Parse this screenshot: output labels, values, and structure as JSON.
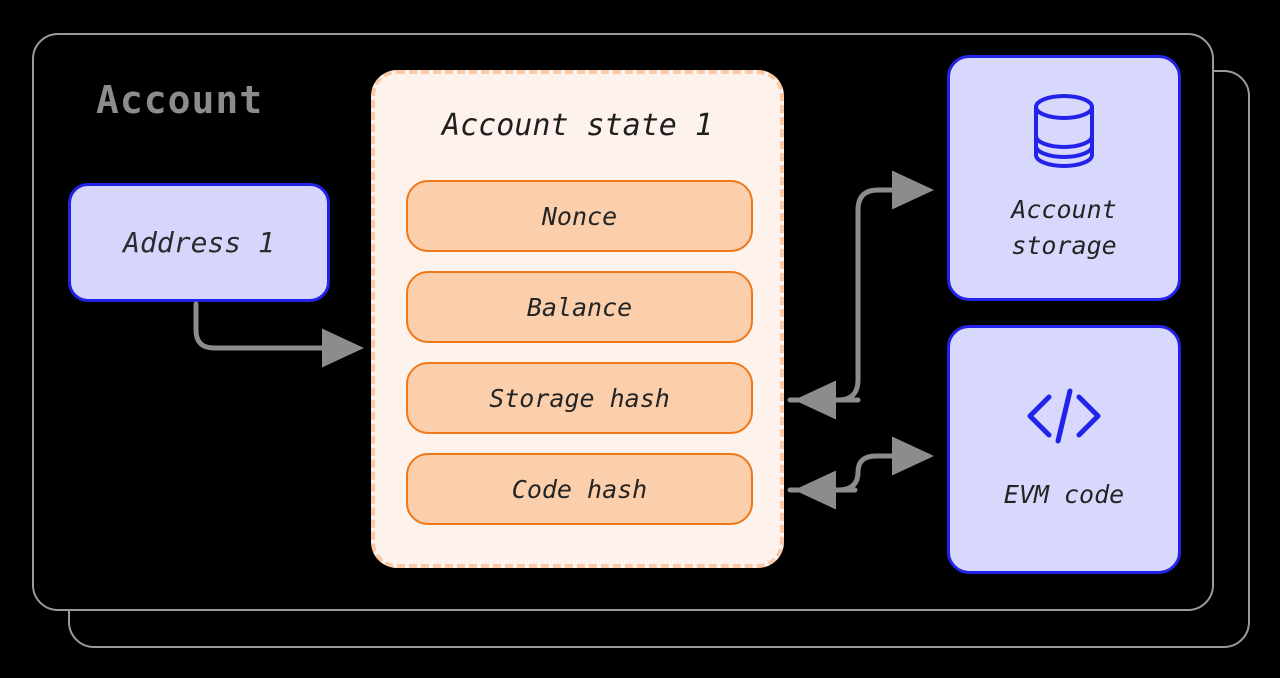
{
  "diagram": {
    "title": "Account",
    "title_color": "#8c8c8c",
    "background": "#000000"
  },
  "account": {
    "label": "Account",
    "address": {
      "label": "Address 1",
      "fill": "#d6d6fd",
      "border": "#2222e8"
    }
  },
  "account_state": {
    "title": "Account state 1",
    "panel_fill": "#fdf2ec",
    "panel_border": "#fbc9a5",
    "fields": [
      {
        "label": "Nonce",
        "name": "nonce"
      },
      {
        "label": "Balance",
        "name": "balance"
      },
      {
        "label": "Storage hash",
        "name": "storage-hash"
      },
      {
        "label": "Code hash",
        "name": "code-hash"
      }
    ],
    "field_fill": "#fbcfab",
    "field_border": "#f07818"
  },
  "resources": [
    {
      "label": "Account\nstorage",
      "icon": "database-icon",
      "name": "account-storage",
      "fill": "#d8d8fd",
      "border": "#2222e8"
    },
    {
      "label": "EVM code",
      "icon": "code-brackets-icon",
      "name": "evm-code",
      "fill": "#d8d8fd",
      "border": "#2222e8"
    }
  ],
  "connectors": {
    "color": "#8c8c8c",
    "items": [
      {
        "name": "address-to-account-state",
        "from": "address-1",
        "to": "account-state-1",
        "direction": "one-way"
      },
      {
        "name": "storage-hash-to-storage",
        "from": "storage-hash",
        "to": "account-storage",
        "direction": "two-way"
      },
      {
        "name": "code-hash-to-evm-code",
        "from": "code-hash",
        "to": "evm-code",
        "direction": "two-way"
      }
    ]
  }
}
